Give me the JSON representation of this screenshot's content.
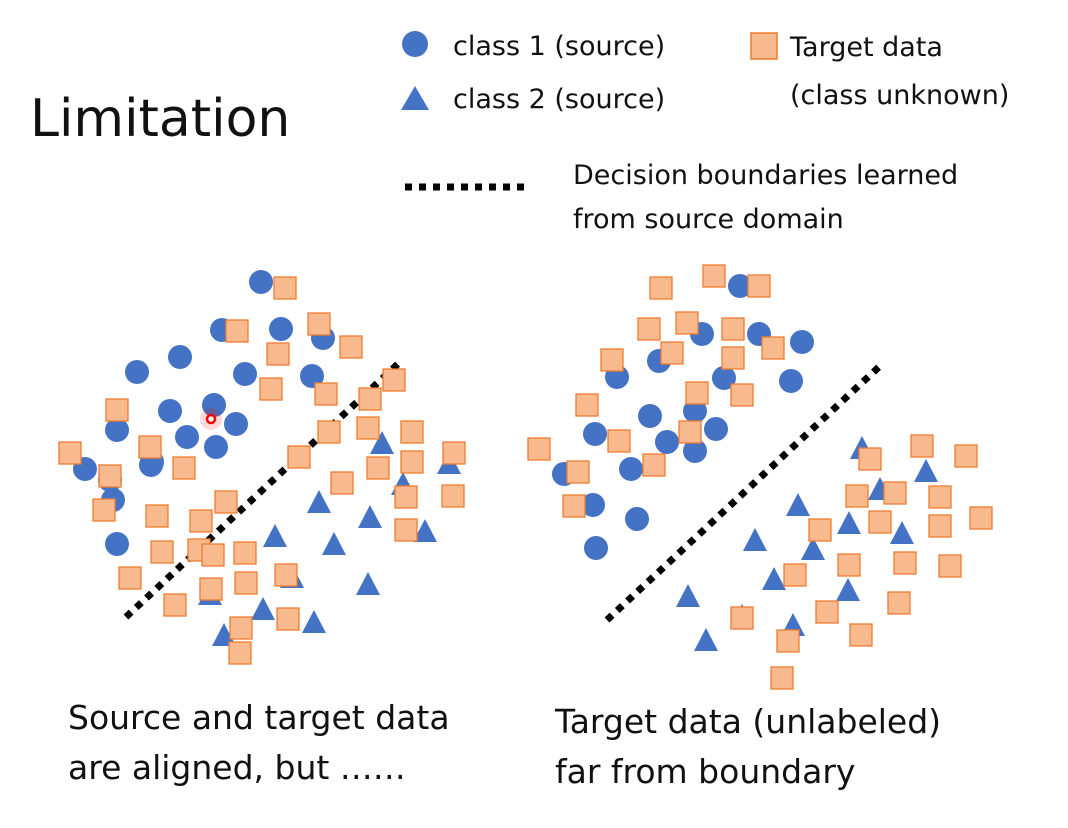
{
  "title": "Limitation",
  "legend": {
    "class1": "class 1 (source)",
    "class2": "class 2 (source)",
    "target_line1": "Target data",
    "target_line2": "(class unknown)",
    "boundary_line1": "Decision boundaries learned",
    "boundary_line2": "from source domain"
  },
  "captions": {
    "left_line1": "Source and target data",
    "left_line2": "are aligned, but ……",
    "right_line1": "Target data (unlabeled)",
    "right_line2": "far from boundary"
  },
  "colors": {
    "class1": "#4472C4",
    "class2": "#4472C4",
    "target_fill": "#F8B98E",
    "target_border": "#ED7D31",
    "boundary": "#000000",
    "cursor": "#FF0000"
  },
  "icons": {
    "class1": "circle-icon",
    "class2": "triangle-icon",
    "target": "square-icon"
  }
}
